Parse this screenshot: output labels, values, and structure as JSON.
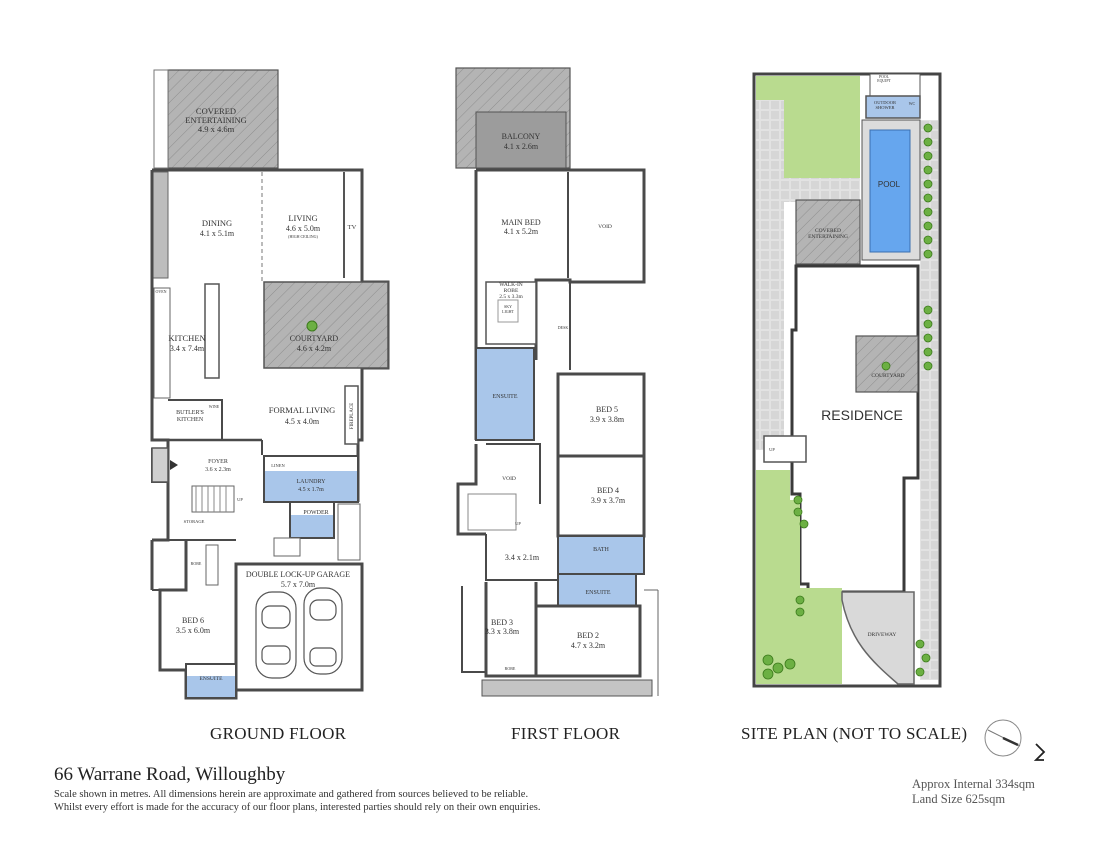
{
  "floors": {
    "ground": {
      "caption": "GROUND FLOOR",
      "rooms": {
        "covered_entertaining": {
          "name": "COVERED\nENTERTAINING",
          "dim": "4.9 x 4.6m"
        },
        "dining": {
          "name": "DINING",
          "dim": "4.1 x 5.1m"
        },
        "living": {
          "name": "LIVING",
          "dim": "4.6 x 5.0m"
        },
        "living_sub": "(HIGH CEILING)",
        "tv": "TV",
        "courtyard": {
          "name": "COURTYARD",
          "dim": "4.6 x 4.2m"
        },
        "kitchen": {
          "name": "KITCHEN",
          "dim": "3.4 x 7.4m"
        },
        "butlers": {
          "name": "BUTLER'S\nKITCHEN"
        },
        "formal_living": {
          "name": "FORMAL LIVING",
          "dim": "4.5 x 4.0m"
        },
        "fireplace": "FIREPLACE",
        "foyer": {
          "name": "FOYER",
          "dim": "3.6 x 2.3m"
        },
        "linen": "LINEN",
        "laundry": {
          "name": "LAUNDRY",
          "dim": "4.5 x 1.7m"
        },
        "powder": "POWDER",
        "storage": "STORAGE",
        "garage": {
          "name": "DOUBLE LOCK-UP GARAGE",
          "dim": "5.7 x 7.0m"
        },
        "bed6": {
          "name": "BED 6",
          "dim": "3.5 x 6.0m"
        },
        "robe": "ROBE",
        "ensuite": "ENSUITE",
        "oven": "OVEN",
        "wine": "WINE",
        "up": "UP"
      }
    },
    "first": {
      "caption": "FIRST FLOOR",
      "rooms": {
        "balcony": {
          "name": "BALCONY",
          "dim": "4.1 x 2.6m"
        },
        "main_bed": {
          "name": "MAIN BED",
          "dim": "4.1 x 5.2m"
        },
        "void_top": "VOID",
        "walk_in_robe": {
          "name": "WALK-IN\nROBE",
          "dim": "2.5 x 3.3m"
        },
        "sky_light": "SKY\nLIGHT",
        "desk": "DESK",
        "ensuite": "ENSUITE",
        "bed5": {
          "name": "BED 5",
          "dim": "3.9 x 3.8m"
        },
        "bed4": {
          "name": "BED 4",
          "dim": "3.9 x 3.7m"
        },
        "void_mid": "VOID",
        "study": {
          "dim": "3.4 x 2.1m"
        },
        "bath": "BATH",
        "ensuite2": "ENSUITE",
        "bed3": {
          "name": "BED 3",
          "dim": "3.3 x 3.8m"
        },
        "bed2": {
          "name": "BED 2",
          "dim": "4.7 x 3.2m"
        },
        "robe": "ROBE",
        "up": "UP"
      }
    },
    "site": {
      "caption": "SITE PLAN (NOT TO SCALE)",
      "labels": {
        "residence": "RESIDENCE",
        "pool": "POOL",
        "outdoor_shower": "OUTDOOR\nSHOWER",
        "covered_entertaining": "COVERED\nENTERTAINING",
        "courtyard": "COURTYARD",
        "driveway": "DRIVEWAY",
        "pool_equip": "POOL\nEQUIPT",
        "wc": "WC",
        "up": "UP"
      }
    }
  },
  "address": "66 Warrane Road, Willoughby",
  "disclaimer": [
    "Scale shown in metres. All dimensions herein are approximate and gathered from sources believed to be  reliable.",
    "Whilst every effort is made for the accuracy of our floor plans, interested parties should rely on their own enquiries."
  ],
  "stats": {
    "internal": "Approx Internal 334sqm",
    "land": "Land Size 625sqm"
  },
  "colors": {
    "wall": "#4a4a4a",
    "wet_area": "#a9c6ea",
    "lawn": "#b9db8f",
    "deck": "#a8a8a8",
    "pool": "#66a6ee",
    "paving": "#dcdcdc"
  }
}
